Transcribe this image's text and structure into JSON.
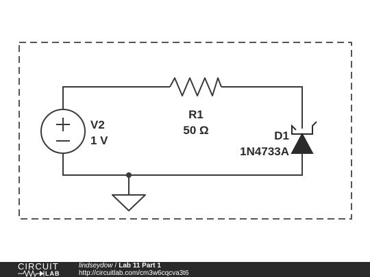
{
  "components": {
    "v2": {
      "name": "V2",
      "value": "1 V"
    },
    "r1": {
      "name": "R1",
      "value": "50 Ω"
    },
    "d1": {
      "name": "D1",
      "value": "1N4733A"
    }
  },
  "footer": {
    "logo_top": "CIRCUIT",
    "logo_bottom": "LAB",
    "author": "lindseydow",
    "separator": "/",
    "title": "Lab 11 Part 1",
    "url": "http://circuitlab.com/cm3w6cqcva3t6"
  },
  "colors": {
    "wire": "#3a3a3a",
    "boundary": "#555555",
    "footer_bg": "#2a2a2a"
  }
}
